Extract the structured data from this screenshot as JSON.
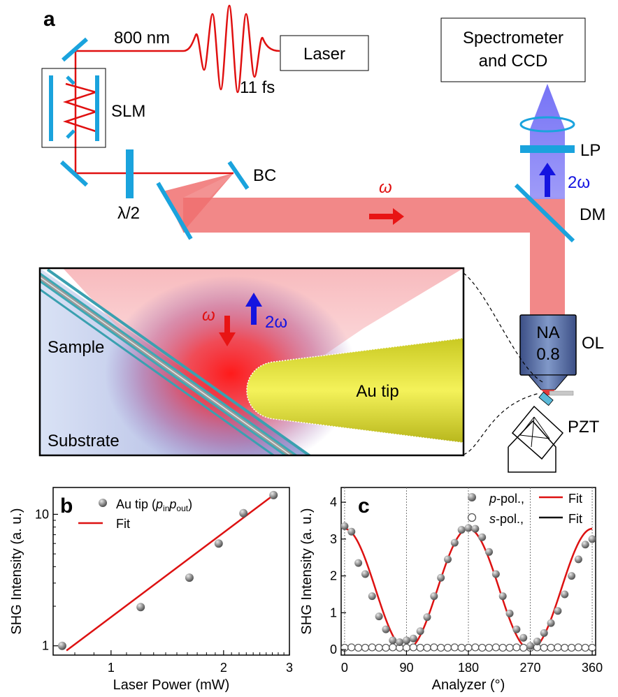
{
  "panel_a": {
    "label": "a",
    "wavelength": "800 nm",
    "pulse": "11 fs",
    "laser": "Laser",
    "slm": "SLM",
    "bc": "BC",
    "halfwave": "λ/2",
    "omega": "ω",
    "two_omega": "2ω",
    "spectrometer_line1": "Spectrometer",
    "spectrometer_line2": "and CCD",
    "lp": "LP",
    "dm": "DM",
    "na_line1": "NA",
    "na_line2": "0.8",
    "ol": "OL",
    "pzt": "PZT",
    "inset": {
      "omega": "ω",
      "two_omega": "2ω",
      "sample": "Sample",
      "substrate": "Substrate",
      "tip": "Au tip"
    }
  },
  "chart_data": [
    {
      "panel": "b",
      "type": "scatter",
      "xlabel": "Laser Power (mW)",
      "ylabel": "SHG Intensity (a. u.)",
      "xscale": "log",
      "yscale": "log",
      "xlim": [
        0.7,
        3.0
      ],
      "ylim": [
        0.85,
        16
      ],
      "xticks": [
        1,
        2,
        3
      ],
      "yticks": [
        1,
        10
      ],
      "legend": {
        "position": "top-left",
        "entries": [
          "Au tip (pinpout)",
          "Fit"
        ]
      },
      "series": [
        {
          "name": "Au tip (pinpout)",
          "x": [
            0.74,
            1.2,
            1.62,
            1.94,
            2.26,
            2.72
          ],
          "y": [
            1.0,
            1.97,
            3.3,
            6.0,
            10.2,
            14.0
          ]
        },
        {
          "name": "Fit",
          "x": [
            0.76,
            2.72
          ],
          "y": [
            0.92,
            14.0
          ]
        }
      ]
    },
    {
      "panel": "c",
      "type": "scatter",
      "xlabel": "Analyzer (°)",
      "ylabel": "SHG Intensity (a. u.)",
      "xlim": [
        -5,
        365
      ],
      "ylim": [
        -0.15,
        4.4
      ],
      "xticks": [
        0,
        90,
        180,
        270,
        360
      ],
      "yticks": [
        0,
        1,
        2,
        3,
        4
      ],
      "grid": "vertical dashed at 0, 90, 180, 270, 360",
      "legend": {
        "position": "top-right",
        "entries": [
          "p-pol., Fit",
          "s-pol., Fit"
        ]
      },
      "p_pol": {
        "x": [
          0,
          10,
          20,
          30,
          40,
          50,
          60,
          70,
          80,
          90,
          100,
          110,
          120,
          130,
          140,
          150,
          160,
          170,
          180,
          190,
          200,
          210,
          220,
          230,
          240,
          250,
          260,
          270,
          280,
          290,
          300,
          310,
          320,
          330,
          340,
          350,
          360
        ],
        "y": [
          3.35,
          3.2,
          2.35,
          2.05,
          1.45,
          0.9,
          0.55,
          0.25,
          0.2,
          0.25,
          0.3,
          0.5,
          0.88,
          1.45,
          1.95,
          2.45,
          2.9,
          3.25,
          3.3,
          3.28,
          3.05,
          2.65,
          2.05,
          1.45,
          0.98,
          0.55,
          0.32,
          0.1,
          0.22,
          0.45,
          0.72,
          1.05,
          1.5,
          2.0,
          2.45,
          2.85,
          3.0
        ]
      },
      "p_fit": {
        "name": "Fit",
        "model": "A·cos²(θ)",
        "amplitude": 3.28
      },
      "s_pol": {
        "x": [
          0,
          10,
          20,
          30,
          40,
          50,
          60,
          70,
          80,
          90,
          100,
          110,
          120,
          130,
          140,
          150,
          160,
          170,
          180,
          190,
          200,
          210,
          220,
          230,
          240,
          250,
          260,
          270,
          280,
          290,
          300,
          310,
          320,
          330,
          340,
          350,
          360
        ],
        "y": [
          0.05,
          0.06,
          0.05,
          0.05,
          0.06,
          0.05,
          0.05,
          0.06,
          0.05,
          0.05,
          0.06,
          0.05,
          0.05,
          0.06,
          0.05,
          0.05,
          0.06,
          0.05,
          0.05,
          0.06,
          0.05,
          0.05,
          0.06,
          0.05,
          0.05,
          0.06,
          0.05,
          0.05,
          0.06,
          0.05,
          0.05,
          0.06,
          0.05,
          0.05,
          0.06,
          0.05,
          0.05
        ]
      },
      "s_fit": {
        "name": "Fit",
        "value": 0.05
      }
    }
  ],
  "panel_b": {
    "label": "b",
    "legend_main": "Au tip (",
    "legend_p1": "p",
    "legend_sub1": "in",
    "legend_p2": "p",
    "legend_sub2": "out",
    "legend_close": ")",
    "legend_fit": "Fit",
    "tick_x": [
      "1",
      "2",
      "3"
    ],
    "tick_y": [
      "1",
      "10"
    ]
  },
  "panel_c": {
    "label": "c",
    "legend_p": "p",
    "legend_p_rest": "-pol.,",
    "legend_s": "s",
    "legend_s_rest": "-pol.,",
    "legend_fit": "Fit",
    "tick_x": [
      "0",
      "90",
      "180",
      "270",
      "360"
    ],
    "tick_y": [
      "0",
      "1",
      "2",
      "3",
      "4"
    ]
  },
  "colors": {
    "beam_red": "#f08080",
    "laser_red": "#e01010",
    "mirror_cyan": "#1aa3dd",
    "blue": "#1010e0",
    "fit_red": "#dd1111",
    "sphere_grey": "#8a8a8a"
  }
}
